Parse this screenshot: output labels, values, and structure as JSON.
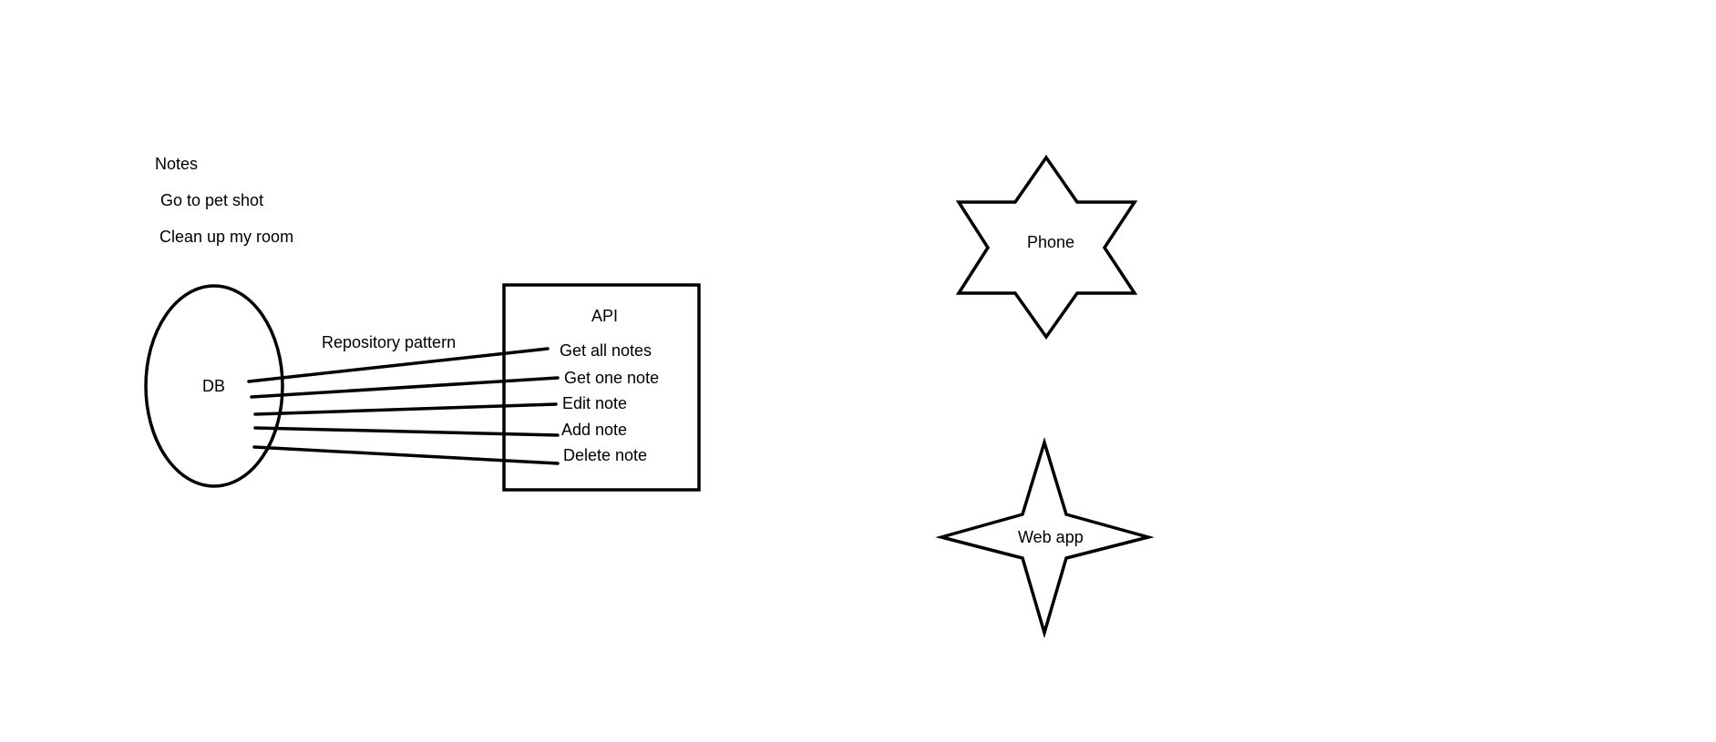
{
  "diagram": {
    "notes_title": "Notes",
    "notes_items": [
      "Go to pet shot",
      "Clean up my room"
    ],
    "db_label": "DB",
    "connection_label": "Repository pattern",
    "api": {
      "title": "API",
      "endpoints": [
        "Get all notes",
        "Get one note",
        "Edit note",
        "Add note",
        "Delete note"
      ]
    },
    "clients": {
      "phone": "Phone",
      "web": "Web app"
    }
  },
  "colors": {
    "stroke": "#000000",
    "background": "#ffffff"
  }
}
